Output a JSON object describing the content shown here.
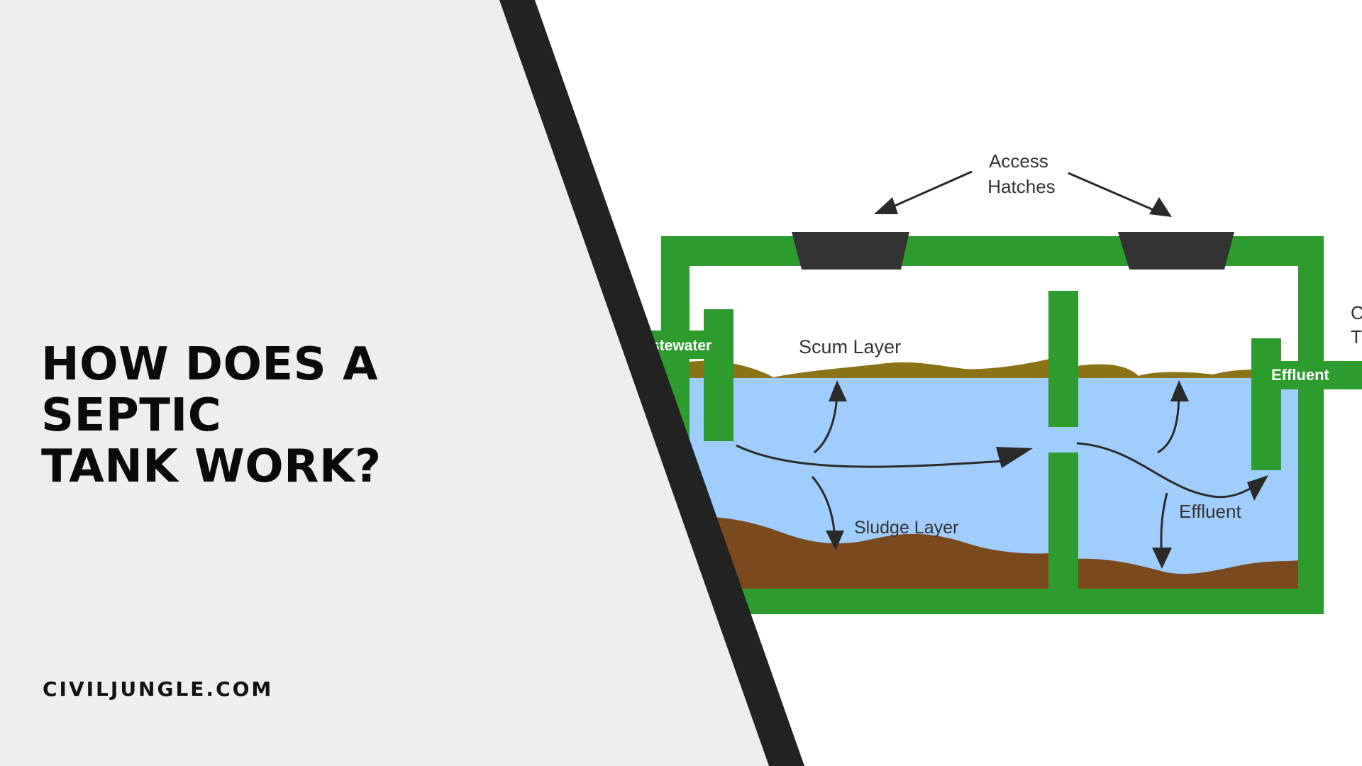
{
  "colors": {
    "left_panel": "#eeeeee",
    "divider": "#222222",
    "tank_wall": "#2e9b2e",
    "water": "#9fcdfd",
    "scum": "#8d7318",
    "sludge": "#7a4a1e",
    "hatch": "#333333",
    "arrow": "#2a2a2a"
  },
  "heading": {
    "title": "HOW DOES A SEPTIC\nTANK WORK?",
    "site": "CIVILJUNGLE.COM"
  },
  "diagram": {
    "access_line1": "Access",
    "access_line2": "Hatches",
    "scum": "Scum Layer",
    "sludge": "Sludge Layer",
    "wastewater": "stewater",
    "effluent_outlet": "Effluent",
    "effluent_inner": "Effluent",
    "partial_right_1": "C",
    "partial_right_2": "T"
  }
}
